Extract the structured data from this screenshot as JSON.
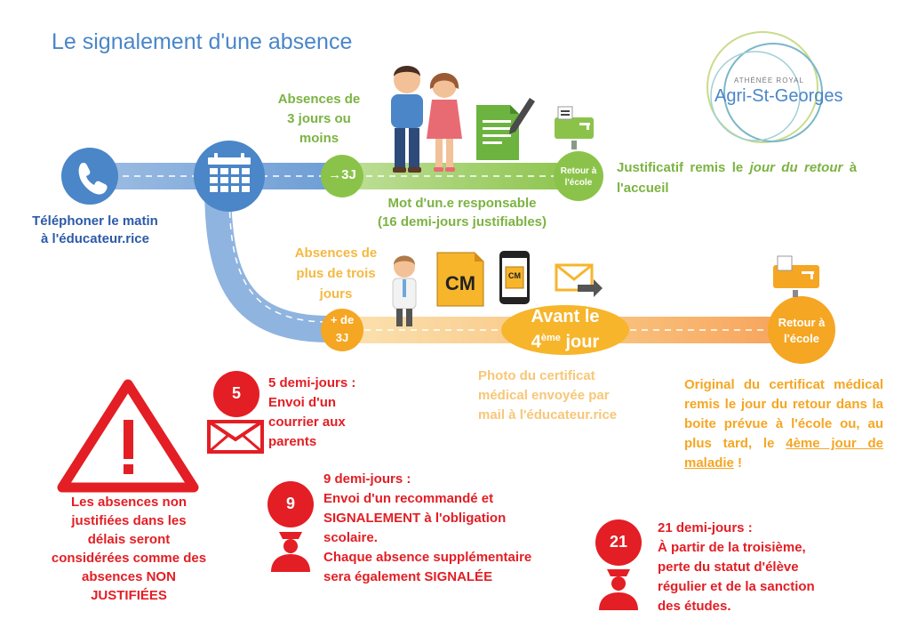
{
  "title": "Le signalement d'une absence",
  "logo": {
    "line1": "ATHÉNÉE ROYAL",
    "line2": "Agri-St-Georges"
  },
  "phone_step": {
    "line1": "Téléphoner le matin",
    "line2": "à l'éducateur.rice"
  },
  "short_absence": {
    "heading": [
      "Absences de",
      "3 jours ou",
      "moins"
    ],
    "node": "→3J",
    "note_line1": "Mot d'un.e responsable",
    "note_line2": "(16 demi-jours justifiables)",
    "return_node": [
      "Retour à",
      "l'école"
    ],
    "result_parts": [
      "Justificatif remis le",
      "jour du",
      "retour",
      "à l'accueil"
    ]
  },
  "long_absence": {
    "heading": [
      "Absences de",
      "plus de trois",
      "jours"
    ],
    "node": [
      "+ de",
      "3J"
    ],
    "cm_label": "CM",
    "deadline_a": "Avant le",
    "deadline_num": "4",
    "deadline_sup": "ème",
    "deadline_b": "jour",
    "photo_note": [
      "Photo du certificat",
      "médical envoyée par",
      "mail à l'éducateur.rice"
    ],
    "return_node": [
      "Retour à",
      "l'école"
    ],
    "original_parts": [
      "Original du certificat médical remis le jour du retour dans la boite prévue à l'école ou, au plus tard, le",
      "4ème jour de maladie",
      "!"
    ]
  },
  "warning_text": [
    "Les absences non",
    "justifiées dans les",
    "délais seront",
    "considérées comme des",
    "absences NON",
    "JUSTIFIÉES"
  ],
  "steps": [
    {
      "num": "5",
      "lines": [
        "5 demi-jours :",
        "Envoi d'un",
        "courrier aux",
        "parents"
      ]
    },
    {
      "num": "9",
      "lines": [
        "9 demi-jours :",
        "Envoi d'un recommandé et",
        "SIGNALEMENT à l'obligation",
        "scolaire.",
        "Chaque absence supplémentaire",
        "sera également SIGNALÉE"
      ]
    },
    {
      "num": "21",
      "lines": [
        "21 demi-jours :",
        "À partir de la troisième,",
        "perte du statut d'élève",
        "régulier et de la sanction",
        "des études."
      ]
    }
  ],
  "colors": {
    "blue": "#4a86c8",
    "green": "#8bc34a",
    "orange": "#f5a623",
    "red": "#e31e24"
  }
}
